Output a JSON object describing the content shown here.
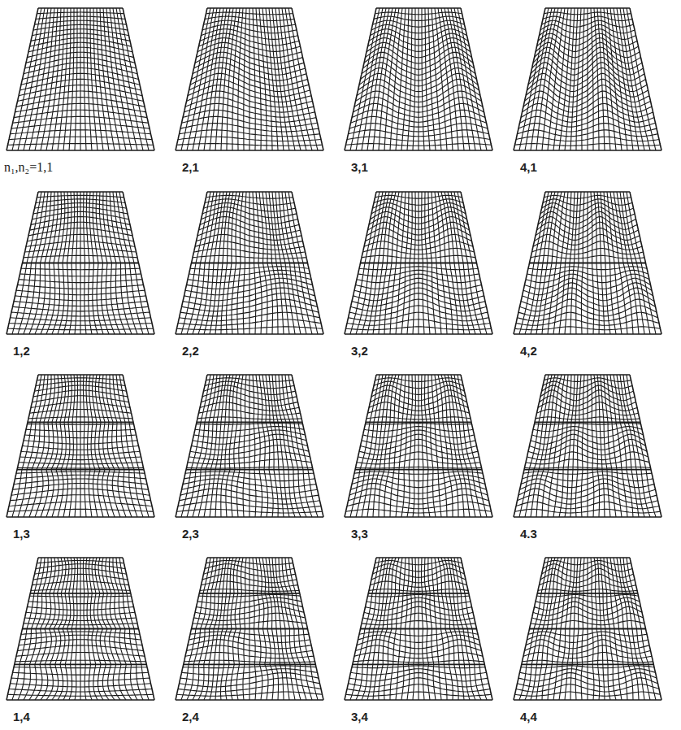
{
  "diagram": {
    "labels": [
      "n₁,n₂=1,1",
      "2,1",
      "3,1",
      "4,1",
      "1,2",
      "2,2",
      "3,2",
      "4,2",
      "1,3",
      "2,3",
      "3,3",
      "4.3",
      "1,4",
      "2,4",
      "3,4",
      "4,4"
    ]
  }
}
